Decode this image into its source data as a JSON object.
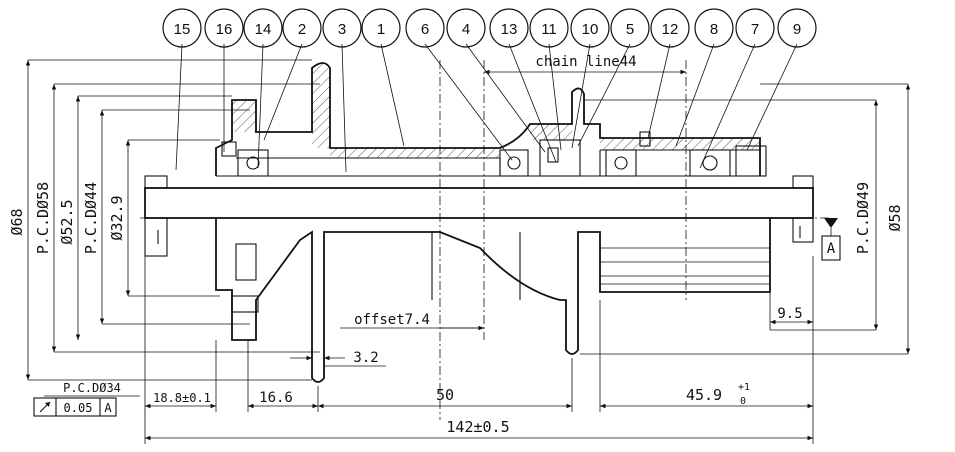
{
  "callouts": [
    "15",
    "16",
    "14",
    "2",
    "3",
    "1",
    "6",
    "4",
    "13",
    "11",
    "10",
    "5",
    "12",
    "8",
    "7",
    "9"
  ],
  "diameters": {
    "d68": "Ø68",
    "pcd58": "P.C.DØ58",
    "d52_5": "Ø52.5",
    "pcd44": "P.C.DØ44",
    "d32_9": "Ø32.9",
    "pcd49": "P.C.DØ49",
    "d58": "Ø58"
  },
  "dims": {
    "chain_line": "chain line44",
    "offset": "offset7.4",
    "d3_2": "3.2",
    "d9_5": "9.5",
    "pcd34": "P.C.DØ34",
    "tol_value": "0.05",
    "datum_ref": "A",
    "d18_8": "18.8±0.1",
    "d16_6": "16.6",
    "d50": "50",
    "d45_9": "45.9",
    "d45_9_tol_plus": "+1",
    "d45_9_tol_minus": "0",
    "overall": "142±0.5"
  },
  "datum": "A"
}
